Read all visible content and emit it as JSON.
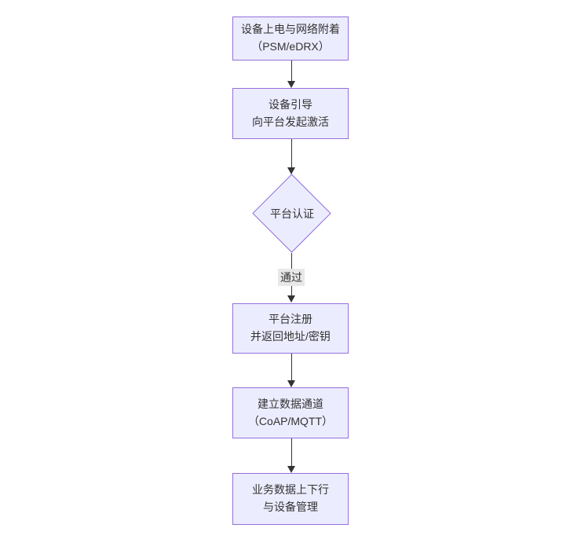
{
  "diagram": {
    "kind": "flowchart",
    "direction": "top-down",
    "colors": {
      "background": "#ffffff",
      "node_fill": "#ECECFF",
      "node_border": "#9370DB",
      "text": "#333333",
      "arrow": "#333333",
      "edge_label_bg": "#e8e8e8"
    },
    "nodes": [
      {
        "id": "network-attach",
        "shape": "rect",
        "line1": "设备上电与网络附着",
        "line2": "（PSM/eDRX）"
      },
      {
        "id": "bootstrap",
        "shape": "rect",
        "line1": "设备引导",
        "line2": "向平台发起激活"
      },
      {
        "id": "platform-auth",
        "shape": "diamond",
        "line1": "平台认证",
        "line2": ""
      },
      {
        "id": "platform-register",
        "shape": "rect",
        "line1": "平台注册",
        "line2": "并返回地址/密钥"
      },
      {
        "id": "data-channel",
        "shape": "rect",
        "line1": "建立数据通道",
        "line2": "（CoAP/MQTT）"
      },
      {
        "id": "business-data",
        "shape": "rect",
        "line1": "业务数据上下行",
        "line2": "与设备管理"
      }
    ],
    "edges": [
      {
        "from": "network-attach",
        "to": "bootstrap",
        "label": ""
      },
      {
        "from": "bootstrap",
        "to": "platform-auth",
        "label": ""
      },
      {
        "from": "platform-auth",
        "to": "platform-register",
        "label": "通过"
      },
      {
        "from": "platform-register",
        "to": "data-channel",
        "label": ""
      },
      {
        "from": "data-channel",
        "to": "business-data",
        "label": ""
      }
    ]
  }
}
